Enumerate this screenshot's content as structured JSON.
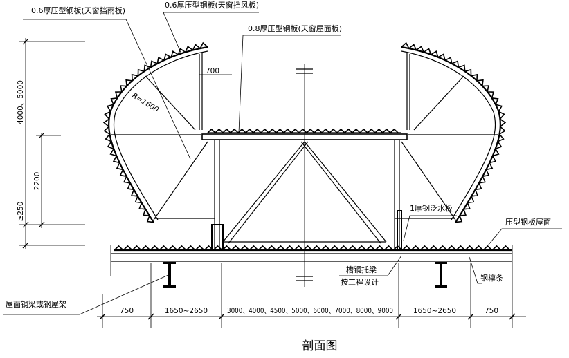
{
  "title": "剖面图",
  "labels": {
    "rain_panel": "0.6厚压型钢板(天窗挡雨板)",
    "wind_panel": "0.6厚压型钢板(天窗挡风板)",
    "roof_panel": "0.8厚压型钢板(天窗屋面板)",
    "flashing": "1厚钢泛水板",
    "roof_surface": "压型钢板屋面",
    "purlin": "钢檩条",
    "channel_beam_1": "槽钢托梁",
    "channel_beam_2": "按工程设计",
    "roof_beam": "屋面钢梁或钢屋架",
    "radius": "R=1600"
  },
  "dimensions": {
    "height_total": "4000、5000",
    "height_2200": "2200",
    "height_min": "≥250",
    "width_700": "700",
    "bottom": [
      "750",
      "1650~2650",
      "3000、4000、4500、5000、6000、7000、8000、9000",
      "1650~2650",
      "750"
    ]
  }
}
